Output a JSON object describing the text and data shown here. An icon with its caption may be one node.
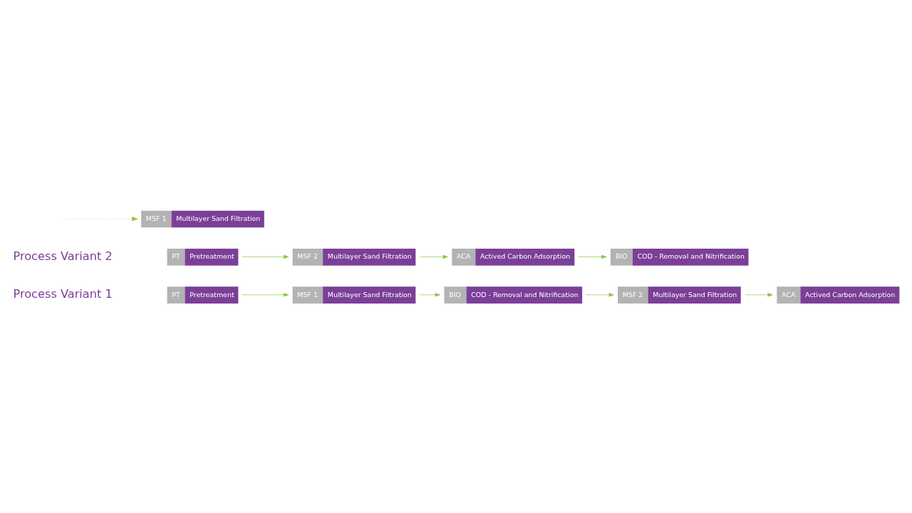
{
  "diagram": {
    "nodes": [
      {
        "text": [
          "PT",
          "Pretreatment"
        ]
      },
      {
        "text": [
          "MSF 1",
          "Multilayer Sand Filtration"
        ]
      },
      {
        "text": [
          "BIO",
          "COD - Removal and Nitrification"
        ]
      },
      {
        "text": [
          "MSF 2",
          "Multilayer Sand Filtration"
        ]
      },
      {
        "text": [
          "ACA",
          "Actived Carbon Adsorption"
        ]
      },
      {
        "text": [
          "PT",
          "Pretreatment"
        ]
      },
      {
        "text": [
          "MSF 1",
          "Multilayer Sand Filtration"
        ]
      },
      {
        "text": [
          "BIO",
          "COD - Removal and Nitrification"
        ]
      },
      {
        "text": [
          "MSF 2",
          "Multilayer Sand Filtration"
        ]
      },
      {
        "text": [
          "ACA",
          "Actived Carbon Adsorption"
        ]
      }
    ],
    "edges": [
      {
        "from": 0,
        "to": 1,
        "arrow": "to"
      },
      {
        "from": 1,
        "to": 2,
        "arrow": "to"
      },
      {
        "from": 2,
        "to": 3,
        "arrow": "to"
      },
      {
        "from": 3,
        "to": 4,
        "arrow": "to"
      },
      {
        "from": null,
        "to": 6,
        "arrow": "to",
        "style": "dashed"
      },
      {
        "from": 5,
        "to": 8,
        "arrow": "to"
      },
      {
        "from": 8,
        "to": 9,
        "arrow": "to"
      },
      {
        "from": 9,
        "to": 7,
        "arrow": "to"
      }
    ],
    "labels": [
      "Process Variant 1",
      "Process Variant 2"
    ]
  }
}
